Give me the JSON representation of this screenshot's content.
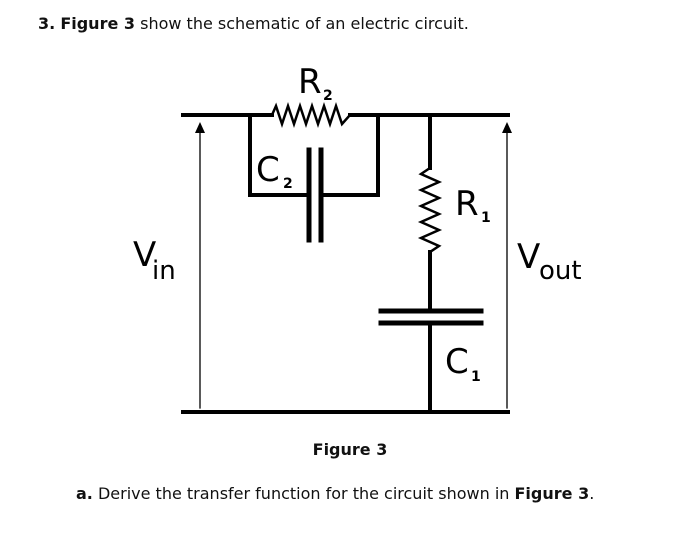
{
  "question": {
    "number": "3.",
    "figure_ref": "Figure 3",
    "text": " show the schematic of an electric circuit."
  },
  "diagram": {
    "labels": {
      "r2": "R",
      "r2_sub": "2",
      "c2": "C",
      "c2_sub": "2",
      "r1": "R",
      "r1_sub": "1",
      "c1": "C",
      "c1_sub": "1",
      "vin": "V",
      "vin_sub": "in",
      "vout": "V",
      "vout_sub": "out"
    }
  },
  "caption": "Figure 3",
  "sub_question": {
    "letter": "a.",
    "text": " Derive the transfer function for the circuit shown in ",
    "figure_ref": "Figure 3",
    "end": "."
  }
}
